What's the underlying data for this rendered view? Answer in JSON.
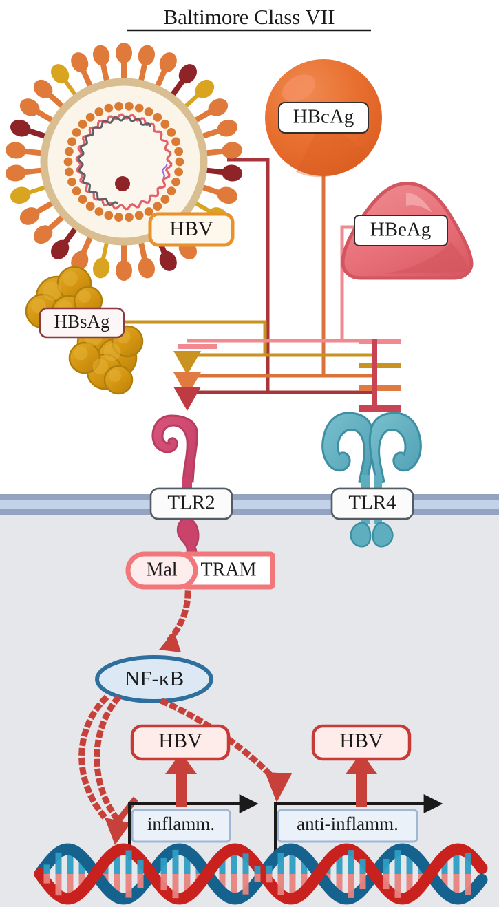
{
  "title": "Baltimore Class VII",
  "virus": {
    "label": "HBV",
    "border_color": "#E8922B",
    "fill_color": "#FDF7EC"
  },
  "antigens": [
    {
      "id": "hbcag",
      "label": "HBcAg",
      "shape": "sphere",
      "color": "#E86C2E",
      "line_color": "#D8733A"
    },
    {
      "id": "hbeag",
      "label": "HBeAg",
      "shape": "rounded-triangle",
      "color": "#E8717A",
      "line_color": "#F08A90"
    },
    {
      "id": "hbsag",
      "label": "HBsAg",
      "shape": "protein-blob",
      "color": "#D9991A",
      "line_color": "#C89320"
    }
  ],
  "receptors": [
    {
      "id": "tlr2",
      "label": "TLR2",
      "color": "#CD4A6E",
      "type": "monomer"
    },
    {
      "id": "tlr4",
      "label": "TLR4",
      "color": "#5FAEBF",
      "type": "dimer"
    }
  ],
  "membrane": {
    "outer_color": "#94A3BF",
    "inner_color": "#C3D2E8"
  },
  "cytoplasm": {
    "color": "#E6E7EB"
  },
  "adaptors": [
    {
      "id": "mal",
      "label": "Mal",
      "shape": "pill",
      "border_color": "#F1777B",
      "fill_color": "#FDEDED"
    },
    {
      "id": "tram",
      "label": "TRAM",
      "shape": "rect",
      "border_color": "#F1777B",
      "fill_color": "#FFFFFF"
    }
  ],
  "transcription_factor": {
    "label": "NF-κB",
    "border_color": "#2E6F9E",
    "fill_color": "#DCE9F5"
  },
  "genes": [
    {
      "id": "inflamm",
      "label": "inflamm.",
      "border_color": "#9FB7D4",
      "fill_color": "#EAF1F9",
      "product_label": "HBV"
    },
    {
      "id": "anti-inflamm",
      "label": "anti-inflamm.",
      "border_color": "#9FB7D4",
      "fill_color": "#EAF1F9",
      "product_label": "HBV"
    }
  ],
  "products": [
    {
      "id": "hbv-product-1",
      "label": "HBV",
      "border_color": "#C83A35",
      "fill_color": "#FDECE9"
    },
    {
      "id": "hbv-product-2",
      "label": "HBV",
      "border_color": "#C83A35",
      "fill_color": "#FDECE9"
    }
  ],
  "dna": {
    "strand_a_color": "#C9211E",
    "strand_b_color": "#15628E",
    "rung_a_color": "#E8837F",
    "rung_b_color": "#2E9EC4"
  },
  "signal_colors": {
    "hbv": "#A93439",
    "hbcag": "#D8733A",
    "hbeag": "#F08A90",
    "hbsag": "#C89320",
    "activation": "#C8403A"
  },
  "interactions": [
    {
      "source": "HBV",
      "target": "TLR2",
      "type": "activation"
    },
    {
      "source": "HBcAg",
      "target": "TLR2",
      "type": "activation"
    },
    {
      "source": "HBsAg",
      "target": "TLR2",
      "type": "activation"
    },
    {
      "source": "HBeAg",
      "target": "TLR2",
      "type": "inhibition"
    },
    {
      "source": "HBV",
      "target": "TLR4",
      "type": "inhibition"
    },
    {
      "source": "HBcAg",
      "target": "TLR4",
      "type": "inhibition"
    },
    {
      "source": "HBsAg",
      "target": "TLR4",
      "type": "inhibition"
    },
    {
      "source": "HBeAg",
      "target": "TLR4",
      "type": "inhibition"
    }
  ]
}
